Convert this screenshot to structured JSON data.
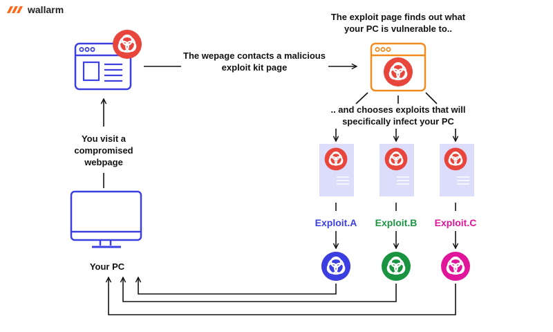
{
  "brand": {
    "name": "wallarm",
    "color": "#ff6a1a"
  },
  "steps": {
    "visit": "You visit a compromised webpage",
    "contacts": "The wepage contacts a malicious exploit kit page",
    "finds_out": "The exploit page finds out what your PC is vulnerable to..",
    "chooses": ".. and chooses exploits that will specifically infect your PC"
  },
  "pc_label": "Your PC",
  "exploits": [
    {
      "label": "Exploit.A",
      "color": "#3b3ee0"
    },
    {
      "label": "Exploit.B",
      "color": "#1a9440"
    },
    {
      "label": "Exploit.C",
      "color": "#e0159a"
    }
  ],
  "colors": {
    "webpage_stroke": "#3b3ee0",
    "exploit_page_stroke": "#f28a1e",
    "hazard_red": "#e8453c",
    "doc_fill": "#dcdcfb"
  },
  "icons": {
    "biohazard": "biohazard-icon",
    "browser": "browser-window-icon",
    "monitor": "monitor-icon",
    "document": "document-icon"
  }
}
